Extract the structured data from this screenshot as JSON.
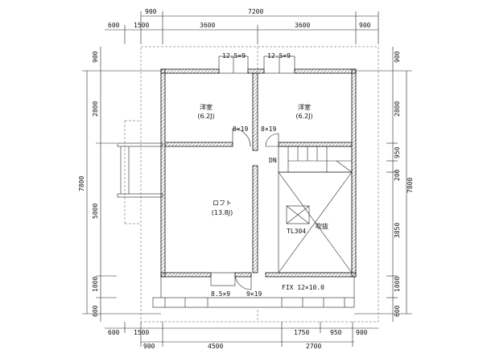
{
  "dims_top": {
    "row1": [
      "900",
      "7200"
    ],
    "row2": [
      "600",
      "1500",
      "3600",
      "3600",
      "900"
    ]
  },
  "dims_bottom": {
    "row1": [
      "600",
      "1500",
      "1750",
      "950",
      "900"
    ],
    "row2": [
      "900",
      "4500",
      "2700"
    ]
  },
  "dims_left": {
    "total": "7800",
    "parts": [
      "900",
      "2800",
      "5000",
      "1000",
      "600"
    ]
  },
  "dims_right": {
    "total": "7800",
    "parts": [
      "900",
      "2800",
      "950",
      "200",
      "3850",
      "1000",
      "600"
    ]
  },
  "rooms": {
    "west_bedroom": {
      "name": "洋室",
      "size": "(6.2J)"
    },
    "east_bedroom": {
      "name": "洋室",
      "size": "(6.2J)"
    },
    "loft": {
      "name": "ロフト",
      "size": "(13.8J)"
    },
    "open": {
      "name": "吹抜"
    }
  },
  "labels": {
    "win_top_left": "12.5×9",
    "win_top_right": "12.5×9",
    "door_left": "8×19",
    "door_right": "8×19",
    "stair_dn": "DN",
    "tl": "TL304",
    "win_bottom": "8.5×9",
    "door_bottom": "9×19",
    "fix": "FIX 12×10.0"
  }
}
